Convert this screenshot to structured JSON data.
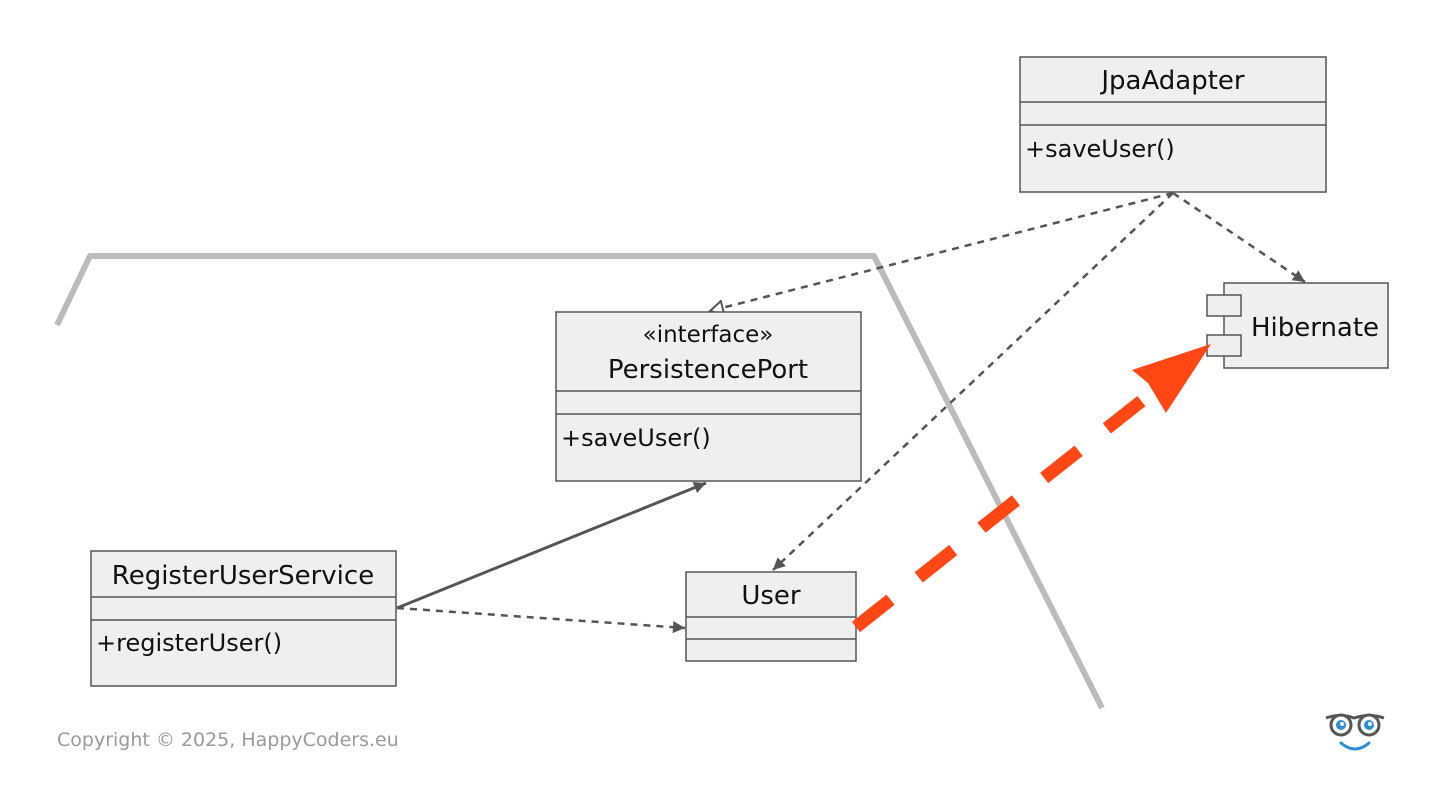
{
  "diagram": {
    "classes": {
      "jpa_adapter": {
        "name": "JpaAdapter",
        "method": "+saveUser()"
      },
      "persistence_port": {
        "stereotype": "«interface»",
        "name": "PersistencePort",
        "method": "+saveUser()"
      },
      "register_user_service": {
        "name": "RegisterUserService",
        "method": "+registerUser()"
      },
      "user": {
        "name": "User"
      }
    },
    "components": {
      "hibernate": {
        "name": "Hibernate"
      }
    },
    "colors": {
      "box_fill": "#efefef",
      "box_stroke": "#555555",
      "boundary": "#bbbbbb",
      "violation_arrow": "#ff4713"
    }
  },
  "footer": {
    "copyright": "Copyright © 2025, HappyCoders.eu",
    "logo_icon": "glasses-smile-logo-icon"
  }
}
